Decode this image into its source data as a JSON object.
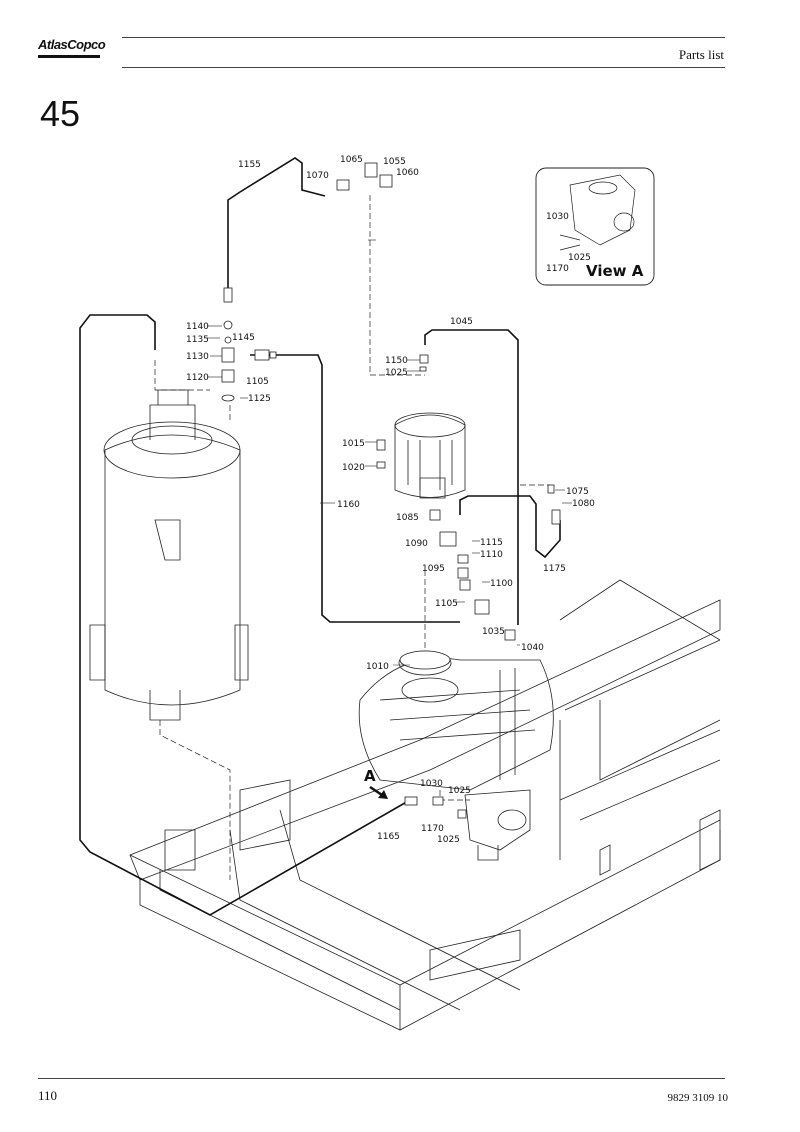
{
  "header": {
    "logo_text": "AtlasCopco",
    "title": "Parts list"
  },
  "section_number": "45",
  "diagram": {
    "view_label": "View A",
    "callout_a": "A",
    "parts": {
      "p1155": "1155",
      "p1065": "1065",
      "p1055": "1055",
      "p1070": "1070",
      "p1060": "1060",
      "p1140": "1140",
      "p1135": "1135",
      "p1145": "1145",
      "p1130": "1130",
      "p1120": "1120",
      "p1105a": "1105",
      "p1125": "1125",
      "p1045": "1045",
      "p1150": "1150",
      "p1025a": "1025",
      "p1015": "1015",
      "p1020": "1020",
      "p1160": "1160",
      "p1075": "1075",
      "p1080": "1080",
      "p1085": "1085",
      "p1090": "1090",
      "p1115": "1115",
      "p1110": "1110",
      "p1095": "1095",
      "p1100": "1100",
      "p1175": "1175",
      "p1105b": "1105",
      "p1035": "1035",
      "p1040": "1040",
      "p1010": "1010",
      "p1030a": "1030",
      "p1025b": "1025",
      "p1165": "1165",
      "p1170a": "1170",
      "p1025c": "1025",
      "p1030b": "1030",
      "p1025d": "1025",
      "p1170b": "1170"
    }
  },
  "footer": {
    "page_number": "110",
    "document_number": "9829  3109  10"
  }
}
